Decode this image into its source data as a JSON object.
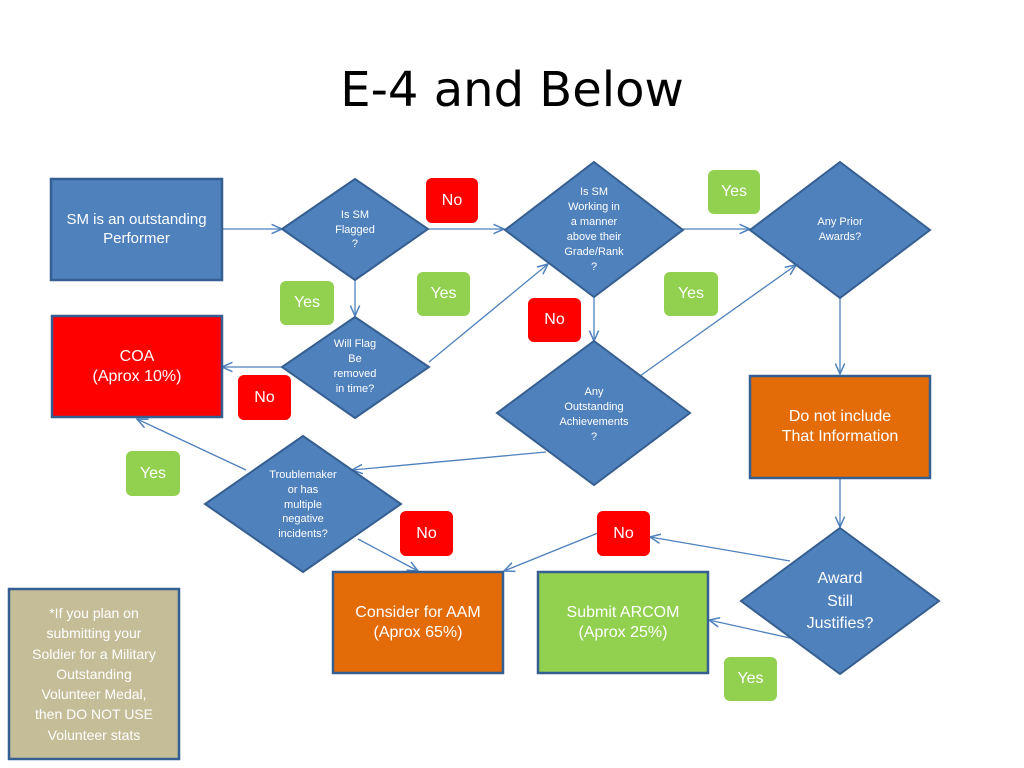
{
  "title": "E-4 and Below",
  "colors": {
    "process_blue": "#4f81bd",
    "process_border": "#365f91",
    "coa_red": "#ff0000",
    "no_badge_red": "#ff0000",
    "yes_badge_green": "#92d050",
    "orange": "#e36c09",
    "green_box": "#92d050",
    "note_tan": "#c4bd97",
    "connector": "#4f81bd"
  },
  "nodes": {
    "start": "SM is an outstanding\nPerformer",
    "flagged": "Is SM\nFlagged\n?",
    "working": "Is SM\nWorking in\na manner\nabove their\nGrade/Rank\n?",
    "prior": "Any Prior\nAwards?",
    "coa": "COA\n(Aprox 10%)",
    "flag_removed": "Will Flag\nBe\nremoved\nin time?",
    "achievements": "Any\nOutstanding\nAchievements\n?",
    "do_not_include": "Do not include\nThat Information",
    "troublemaker": "Troublemaker\nor has\nmultiple\nnegative\nincidents?",
    "aam": "Consider for AAM\n(Aprox 65%)",
    "arcom": "Submit ARCOM\n(Aprox 25%)",
    "award_still": "Award\nStill\nJustifies?"
  },
  "labels": {
    "no_flagged": "No",
    "yes_prior": "Yes",
    "yes_flagged": "Yes",
    "yes_removed": "Yes",
    "yes_working": "Yes",
    "no_working": "No",
    "no_removed": "No",
    "yes_trouble": "Yes",
    "no_trouble": "No",
    "no_award": "No",
    "yes_award": "Yes"
  },
  "note": "*If you plan on\nsubmitting your\nSoldier for a Military\nOutstanding\nVolunteer Medal,\nthen DO NOT USE\nVolunteer stats"
}
